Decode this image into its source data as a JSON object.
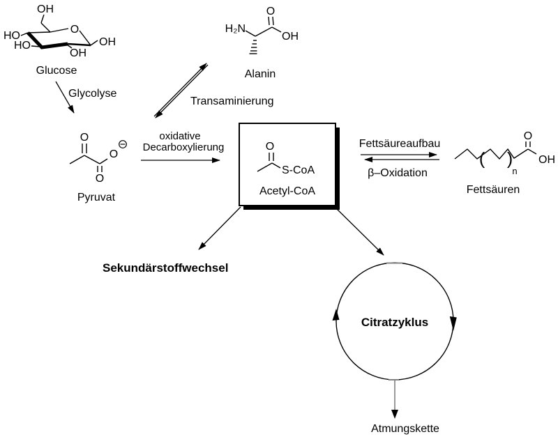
{
  "colors": {
    "background": "#ffffff",
    "ink": "#000000",
    "muted": "#808080"
  },
  "molecules": {
    "glucose": {
      "name": "Glucose",
      "atoms": {
        "oh_c6": "OH",
        "ho_c4": "HO",
        "ho_c3": "HO",
        "oh_c2": "OH",
        "oh_c1": "OH",
        "ring_o": "O"
      }
    },
    "alanin": {
      "name": "Alanin",
      "atoms": {
        "amine": "H₂N",
        "carbonyl_o": "O",
        "hydroxyl": "OH"
      }
    },
    "pyruvat": {
      "name": "Pyruvat",
      "atoms": {
        "keto_o": "O",
        "carboxylate_o": "O",
        "carboxylate_o2": "O"
      }
    },
    "acetyl_coa": {
      "name": "Acetyl-CoA",
      "atoms": {
        "carbonyl_o": "O",
        "thioester": "S-CoA"
      }
    },
    "fettsaeuren": {
      "name": "Fettsäuren",
      "atoms": {
        "carbonyl_o": "O",
        "hydroxyl": "OH",
        "paren_open": "(",
        "paren_close": ")",
        "repeat_index": "n"
      }
    }
  },
  "processes": {
    "glycolyse": "Glycolyse",
    "transaminierung": "Transaminierung",
    "oxidative_decarboxylierung_line1": "oxidative",
    "oxidative_decarboxylierung_line2": "Decarboxylierung",
    "fettsaeureaufbau": "Fettsäureaufbau",
    "beta_oxidation": "β–Oxidation"
  },
  "pathways": {
    "sekundaerstoffwechsel": "Sekundärstoffwechsel",
    "citratzyklus": "Citratzyklus",
    "atmungskette": "Atmungskette"
  }
}
